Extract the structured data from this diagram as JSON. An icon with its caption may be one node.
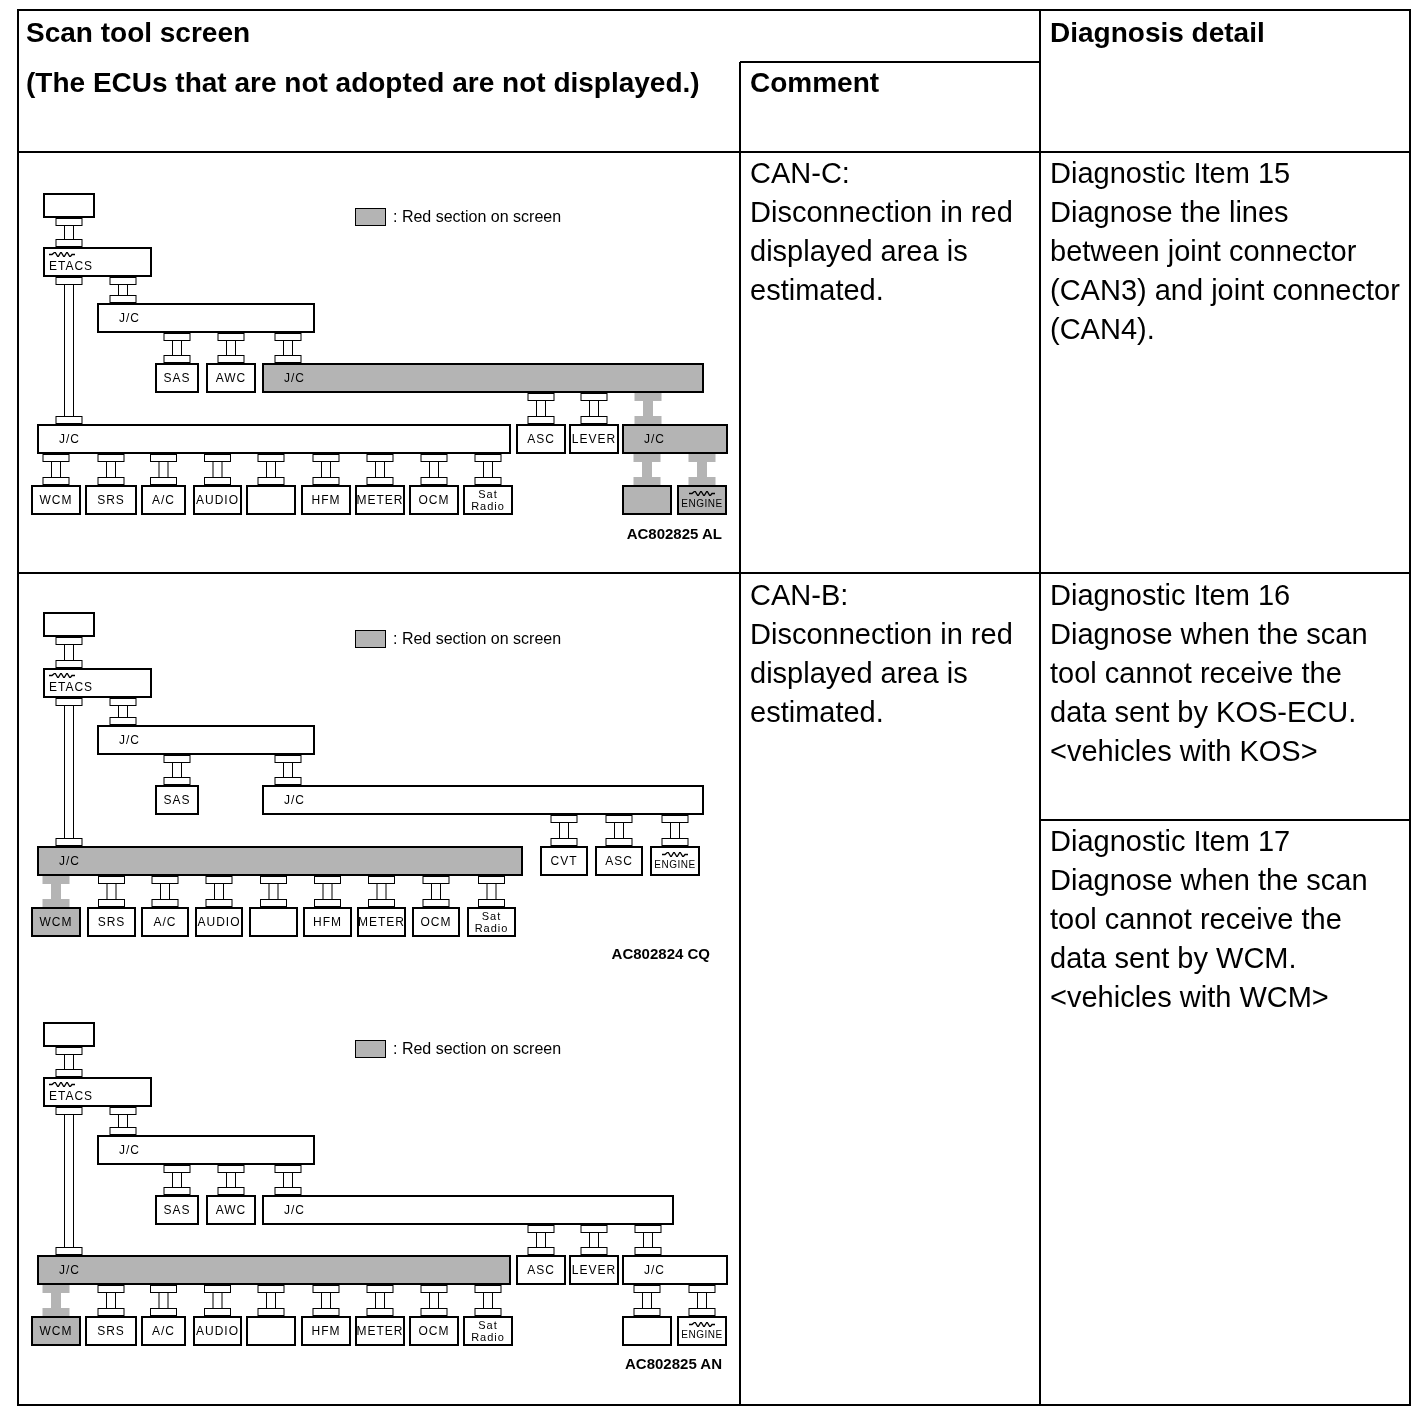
{
  "diagram": {
    "nodes": [
      {
        "text": [],
        "shape": "box"
      },
      {
        "text": [
          "ETACS"
        ]
      },
      {
        "text": [
          "J/C"
        ]
      },
      {
        "text": [
          "SAS"
        ]
      },
      {
        "text": [
          "AWC"
        ]
      },
      {
        "text": [
          "J/C"
        ]
      },
      {
        "text": [
          "J/C"
        ]
      },
      {
        "text": [
          "ASC"
        ]
      },
      {
        "text": [
          "LEVER"
        ]
      },
      {
        "text": [
          "J/C"
        ]
      },
      {
        "text": [
          "WCM"
        ]
      },
      {
        "text": [
          "SRS"
        ]
      },
      {
        "text": [
          "A/C"
        ]
      },
      {
        "text": [
          "AUDIO"
        ]
      },
      {
        "text": [],
        "shape": "box"
      },
      {
        "text": [
          "HFM"
        ]
      },
      {
        "text": [
          "METER"
        ]
      },
      {
        "text": [
          "OCM"
        ]
      },
      {
        "text": [
          "Sat Radio"
        ]
      },
      {
        "text": [],
        "shape": "box"
      },
      {
        "text": [
          "ENGINE"
        ]
      },
      {
        "text": [],
        "shape": "box"
      },
      {
        "text": [
          "ETACS"
        ]
      },
      {
        "text": [
          "J/C"
        ]
      },
      {
        "text": [
          "SAS"
        ]
      },
      {
        "text": [
          "J/C"
        ]
      },
      {
        "text": [
          "J/C"
        ]
      },
      {
        "text": [
          "CVT"
        ]
      },
      {
        "text": [
          "ASC"
        ]
      },
      {
        "text": [
          "ENGINE"
        ]
      },
      {
        "text": [
          "WCM"
        ]
      },
      {
        "text": [
          "SRS"
        ]
      },
      {
        "text": [
          "A/C"
        ]
      },
      {
        "text": [
          "AUDIO"
        ]
      },
      {
        "text": [],
        "shape": "box"
      },
      {
        "text": [
          "HFM"
        ]
      },
      {
        "text": [
          "METER"
        ]
      },
      {
        "text": [
          "OCM"
        ]
      },
      {
        "text": [
          "Sat Radio"
        ]
      },
      {
        "text": [],
        "shape": "box"
      },
      {
        "text": [
          "ETACS"
        ]
      },
      {
        "text": [
          "J/C"
        ]
      },
      {
        "text": [
          "SAS"
        ]
      },
      {
        "text": [
          "AWC"
        ]
      },
      {
        "text": [
          "J/C"
        ]
      },
      {
        "text": [
          "J/C"
        ]
      },
      {
        "text": [
          "ASC"
        ]
      },
      {
        "text": [
          "LEVER"
        ]
      },
      {
        "text": [
          "J/C"
        ]
      },
      {
        "text": [
          "WCM"
        ]
      },
      {
        "text": [
          "SRS"
        ]
      },
      {
        "text": [
          "A/C"
        ]
      },
      {
        "text": [
          "AUDIO"
        ]
      },
      {
        "text": [],
        "shape": "box"
      },
      {
        "text": [
          "HFM"
        ]
      },
      {
        "text": [
          "METER"
        ]
      },
      {
        "text": [
          "OCM"
        ]
      },
      {
        "text": [
          "Sat Radio"
        ]
      },
      {
        "text": [],
        "shape": "box"
      },
      {
        "text": [
          "ENGINE"
        ]
      }
    ],
    "edges": [
      {
        "from": 0,
        "to": 1,
        "arrow": "none"
      },
      {
        "from": 1,
        "to": 6,
        "arrow": "none"
      },
      {
        "from": 1,
        "to": 2,
        "arrow": "none"
      },
      {
        "from": 2,
        "to": 3,
        "arrow": "none"
      },
      {
        "from": 2,
        "to": 4,
        "arrow": "none"
      },
      {
        "from": 2,
        "to": 5,
        "arrow": "none"
      },
      {
        "from": 5,
        "to": 7,
        "arrow": "none"
      },
      {
        "from": 5,
        "to": 8,
        "arrow": "none"
      },
      {
        "from": 5,
        "to": 9,
        "arrow": "none",
        "color": "#b4b4b4"
      },
      {
        "from": 6,
        "to": 10,
        "arrow": "none"
      },
      {
        "from": 6,
        "to": 11,
        "arrow": "none"
      },
      {
        "from": 6,
        "to": 12,
        "arrow": "none"
      },
      {
        "from": 6,
        "to": 13,
        "arrow": "none"
      },
      {
        "from": 6,
        "to": 14,
        "arrow": "none"
      },
      {
        "from": 6,
        "to": 15,
        "arrow": "none"
      },
      {
        "from": 6,
        "to": 16,
        "arrow": "none"
      },
      {
        "from": 6,
        "to": 17,
        "arrow": "none"
      },
      {
        "from": 6,
        "to": 18,
        "arrow": "none"
      },
      {
        "from": 9,
        "to": 19,
        "arrow": "none",
        "color": "#b4b4b4"
      },
      {
        "from": 9,
        "to": 20,
        "arrow": "none",
        "color": "#b4b4b4"
      },
      {
        "from": 21,
        "to": 22,
        "arrow": "none"
      },
      {
        "from": 22,
        "to": 26,
        "arrow": "none"
      },
      {
        "from": 22,
        "to": 23,
        "arrow": "none"
      },
      {
        "from": 23,
        "to": 24,
        "arrow": "none"
      },
      {
        "from": 23,
        "to": 25,
        "arrow": "none"
      },
      {
        "from": 25,
        "to": 27,
        "arrow": "none"
      },
      {
        "from": 25,
        "to": 28,
        "arrow": "none"
      },
      {
        "from": 25,
        "to": 29,
        "arrow": "none"
      },
      {
        "from": 26,
        "to": 30,
        "arrow": "none",
        "color": "#b4b4b4"
      },
      {
        "from": 26,
        "to": 31,
        "arrow": "none"
      },
      {
        "from": 26,
        "to": 32,
        "arrow": "none"
      },
      {
        "from": 26,
        "to": 33,
        "arrow": "none"
      },
      {
        "from": 26,
        "to": 34,
        "arrow": "none"
      },
      {
        "from": 26,
        "to": 35,
        "arrow": "none"
      },
      {
        "from": 26,
        "to": 36,
        "arrow": "none"
      },
      {
        "from": 26,
        "to": 37,
        "arrow": "none"
      },
      {
        "from": 26,
        "to": 38,
        "arrow": "none"
      },
      {
        "from": 39,
        "to": 40,
        "arrow": "none"
      },
      {
        "from": 40,
        "to": 45,
        "arrow": "none"
      },
      {
        "from": 40,
        "to": 41,
        "arrow": "none"
      },
      {
        "from": 41,
        "to": 42,
        "arrow": "none"
      },
      {
        "from": 41,
        "to": 43,
        "arrow": "none"
      },
      {
        "from": 41,
        "to": 44,
        "arrow": "none"
      },
      {
        "from": 44,
        "to": 46,
        "arrow": "none"
      },
      {
        "from": 44,
        "to": 47,
        "arrow": "none"
      },
      {
        "from": 44,
        "to": 48,
        "arrow": "none"
      },
      {
        "from": 45,
        "to": 49,
        "arrow": "none",
        "color": "#b4b4b4"
      },
      {
        "from": 45,
        "to": 50,
        "arrow": "none"
      },
      {
        "from": 45,
        "to": 51,
        "arrow": "none"
      },
      {
        "from": 45,
        "to": 52,
        "arrow": "none"
      },
      {
        "from": 45,
        "to": 53,
        "arrow": "none"
      },
      {
        "from": 45,
        "to": 54,
        "arrow": "none"
      },
      {
        "from": 45,
        "to": 55,
        "arrow": "none"
      },
      {
        "from": 45,
        "to": 56,
        "arrow": "none"
      },
      {
        "from": 45,
        "to": 57,
        "arrow": "none"
      },
      {
        "from": 48,
        "to": 58,
        "arrow": "none"
      },
      {
        "from": 48,
        "to": 59,
        "arrow": "none"
      }
    ],
    "labels": [
      "Scan tool screen",
      "Diagnosis detail",
      "(The ECUs that are not adopted are not displayed.)",
      "Comment",
      "CAN-C: Disconnection in red displayed area is estimated.",
      "Diagnostic Item 15",
      "Diagnose the lines between joint connector (CAN3) and joint connector (CAN4).",
      "AC802825 AL",
      "CAN-B: Disconnection in red displayed area is estimated.",
      "Diagnostic Item 16",
      "Diagnose when the scan tool cannot receive the data sent by KOS-ECU. <vehicles with KOS>",
      "Diagnostic Item 17",
      "Diagnose when the scan tool cannot receive the data sent by WCM. <vehicles with WCM>",
      "AC802824 CQ",
      "AC802825 AN"
    ],
    "legend": [
      {
        "text": ": Red section on screen",
        "color": "#b4b4b4"
      },
      {
        "text": ": Red section on screen",
        "color": "#b4b4b4"
      },
      {
        "text": ": Red section on screen",
        "color": "#b4b4b4"
      }
    ]
  }
}
